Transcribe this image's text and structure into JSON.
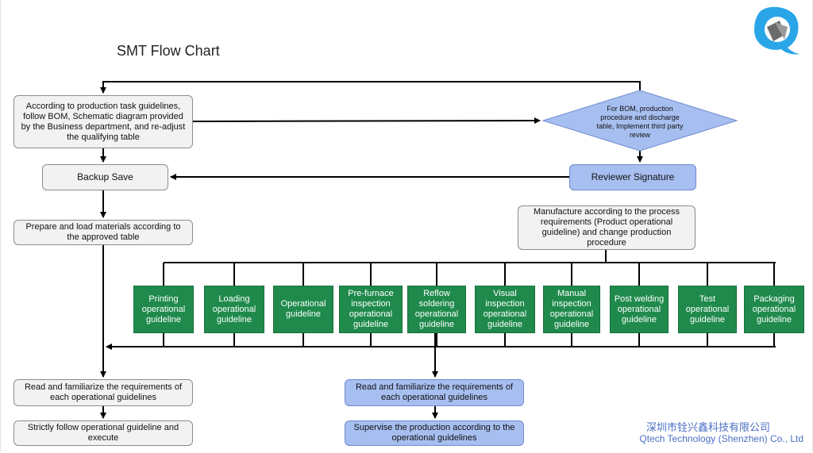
{
  "title": "SMT Flow Chart",
  "left": {
    "step1": "According to production task guidelines, follow BOM, Schematic diagram provided by the Business department, and re-adjust the qualifying table",
    "backup": "Backup Save",
    "prepare": "Prepare and load materials according to the approved table",
    "read": "Read and familiarize the requirements of each operational guidelines",
    "follow": "Strictly follow operational guideline and execute"
  },
  "right": {
    "decision": "For BOM, production procedure and discharge table, Implement third party review",
    "reviewer": "Reviewer Signature",
    "manufacture": "Manufacture according to the process requirements (Product operational guideline) and change production procedure"
  },
  "guidelines": [
    "Printing operational guideline",
    "Loading operational guideline",
    "Operational guideline",
    "Pre-furnace inspection operational guideline",
    "Reflow soldering operational guideline",
    "Visual inspection operational guideline",
    "Manual inspection operational guideline",
    "Post welding operational guideline",
    "Test operational guideline",
    "Packaging operational guideline"
  ],
  "center": {
    "read": "Read and familiarize the requirements of each operational guidelines",
    "supervise": "Supervise the production according to the operational guidelines"
  },
  "company": {
    "cn": "深圳市铨兴鑫科技有限公司",
    "en": "Qtech Technology (Shenzhen) Co., Ltd"
  },
  "colors": {
    "gray_box": "#f2f2f2",
    "blue_box": "#a7bff0",
    "green_box": "#1f8a4c",
    "footer_text": "#4a6fc4"
  }
}
